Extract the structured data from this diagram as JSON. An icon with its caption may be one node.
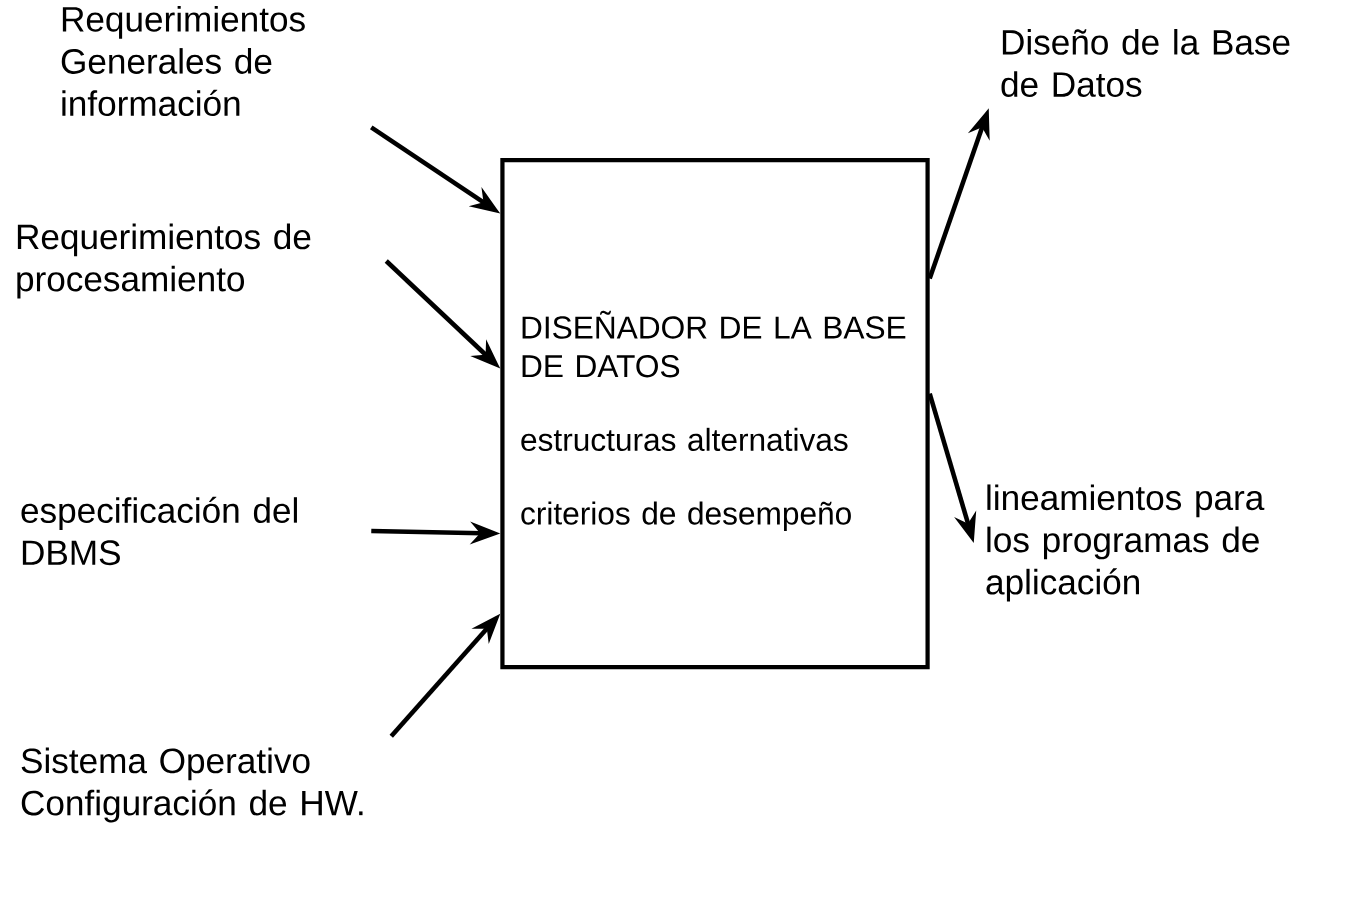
{
  "diagram": {
    "nodes": [
      {
        "text": [
          "DISEÑADOR DE LA BASE DE DATOS",
          "estructuras alternativas",
          "criterios de desempeño"
        ]
      },
      {
        "text": [
          "Requerimientos Generales de información"
        ]
      },
      {
        "text": [
          "Requerimientos de procesamiento"
        ]
      },
      {
        "text": [
          "especificación del DBMS"
        ]
      },
      {
        "text": [
          "Sistema Operativo Configuración de HW."
        ]
      },
      {
        "text": [
          "Diseño de la Base de Datos"
        ]
      },
      {
        "text": [
          "lineamientos para los programas de aplicación"
        ]
      }
    ],
    "edges": [
      {
        "from": 1,
        "to": 0,
        "arrow": "to"
      },
      {
        "from": 2,
        "to": 0,
        "arrow": "to"
      },
      {
        "from": 3,
        "to": 0,
        "arrow": "to"
      },
      {
        "from": 4,
        "to": 0,
        "arrow": "to"
      },
      {
        "from": 0,
        "to": 5,
        "arrow": "to"
      },
      {
        "from": 0,
        "to": 6,
        "arrow": "to"
      }
    ]
  }
}
